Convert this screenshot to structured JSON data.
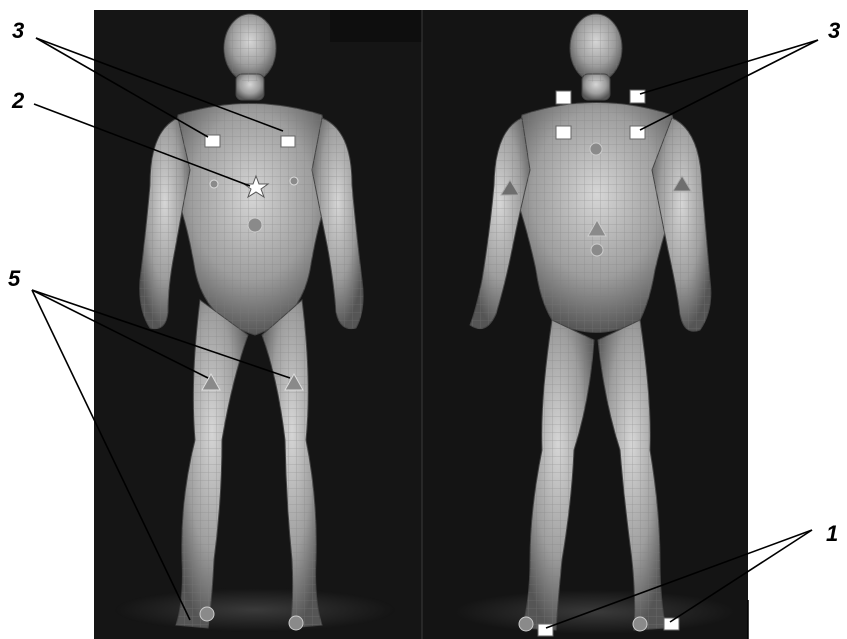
{
  "callouts": {
    "acupoint_group_3_front": "3",
    "acupoint_group_2": "2",
    "acupoint_group_5": "5",
    "acupoint_group_3_back": "3",
    "acupoint_group_1": "1"
  },
  "colors": {
    "background_dark": "#121212",
    "body_light": "#bdbdbd",
    "body_shadow": "#3a3a3a",
    "marker_fill": "#ffffff",
    "marker_round": "#8a8a8a"
  },
  "marker_shapes": {
    "group_1": "white-square",
    "group_2": "star",
    "group_3": "white-square",
    "group_5": "triangle",
    "other": "circle"
  }
}
